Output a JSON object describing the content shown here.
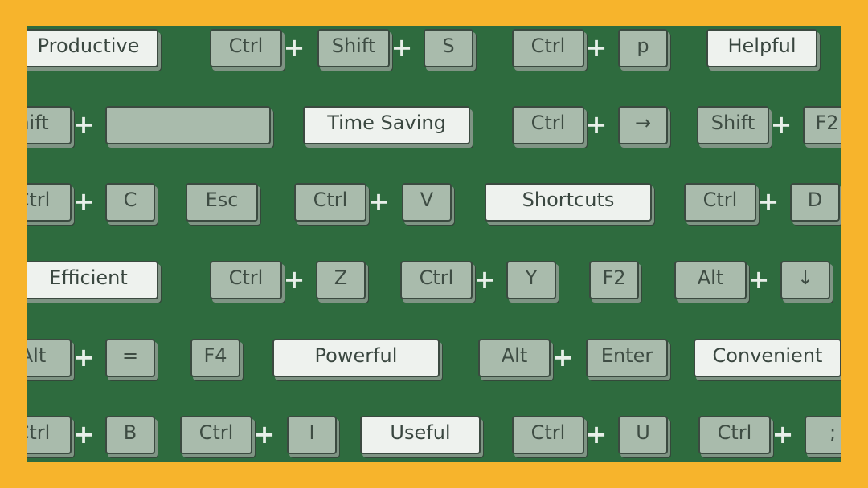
{
  "rows": [
    [
      {
        "t": "key",
        "label": "Productive",
        "light": true
      },
      {
        "t": "key",
        "label": "Ctrl"
      },
      {
        "t": "plus",
        "label": "+"
      },
      {
        "t": "key",
        "label": "Shift"
      },
      {
        "t": "plus",
        "label": "+"
      },
      {
        "t": "key",
        "label": "S"
      },
      {
        "t": "key",
        "label": "Ctrl"
      },
      {
        "t": "plus",
        "label": "+"
      },
      {
        "t": "key",
        "label": "p"
      },
      {
        "t": "key",
        "label": "Helpful",
        "light": true
      }
    ],
    [
      {
        "t": "key",
        "label": "hift"
      },
      {
        "t": "plus",
        "label": "+"
      },
      {
        "t": "key",
        "label": ""
      },
      {
        "t": "key",
        "label": "Time Saving",
        "light": true
      },
      {
        "t": "key",
        "label": "Ctrl"
      },
      {
        "t": "plus",
        "label": "+"
      },
      {
        "t": "key",
        "label": "→"
      },
      {
        "t": "key",
        "label": "Shift"
      },
      {
        "t": "plus",
        "label": "+"
      },
      {
        "t": "key",
        "label": "F2"
      }
    ],
    [
      {
        "t": "key",
        "label": "Ctrl"
      },
      {
        "t": "plus",
        "label": "+"
      },
      {
        "t": "key",
        "label": "C"
      },
      {
        "t": "key",
        "label": "Esc"
      },
      {
        "t": "key",
        "label": "Ctrl"
      },
      {
        "t": "plus",
        "label": "+"
      },
      {
        "t": "key",
        "label": "V"
      },
      {
        "t": "key",
        "label": "Shortcuts",
        "light": true
      },
      {
        "t": "key",
        "label": "Ctrl"
      },
      {
        "t": "plus",
        "label": "+"
      },
      {
        "t": "key",
        "label": "D"
      }
    ],
    [
      {
        "t": "key",
        "label": "Efficient",
        "light": true
      },
      {
        "t": "key",
        "label": "Ctrl"
      },
      {
        "t": "plus",
        "label": "+"
      },
      {
        "t": "key",
        "label": "Z"
      },
      {
        "t": "key",
        "label": "Ctrl"
      },
      {
        "t": "plus",
        "label": "+"
      },
      {
        "t": "key",
        "label": "Y"
      },
      {
        "t": "key",
        "label": "F2"
      },
      {
        "t": "key",
        "label": "Alt"
      },
      {
        "t": "plus",
        "label": "+"
      },
      {
        "t": "key",
        "label": "↓"
      }
    ],
    [
      {
        "t": "key",
        "label": "Alt"
      },
      {
        "t": "plus",
        "label": "+"
      },
      {
        "t": "key",
        "label": "="
      },
      {
        "t": "key",
        "label": "F4"
      },
      {
        "t": "key",
        "label": "Powerful",
        "light": true
      },
      {
        "t": "key",
        "label": "Alt"
      },
      {
        "t": "plus",
        "label": "+"
      },
      {
        "t": "key",
        "label": "Enter"
      },
      {
        "t": "key",
        "label": "Convenient",
        "light": true
      }
    ],
    [
      {
        "t": "key",
        "label": "Ctrl"
      },
      {
        "t": "plus",
        "label": "+"
      },
      {
        "t": "key",
        "label": "B"
      },
      {
        "t": "key",
        "label": "Ctrl"
      },
      {
        "t": "plus",
        "label": "+"
      },
      {
        "t": "key",
        "label": "I"
      },
      {
        "t": "key",
        "label": "Useful",
        "light": true
      },
      {
        "t": "key",
        "label": "Ctrl"
      },
      {
        "t": "plus",
        "label": "+"
      },
      {
        "t": "key",
        "label": "U"
      },
      {
        "t": "key",
        "label": "Ctrl"
      },
      {
        "t": "plus",
        "label": "+"
      },
      {
        "t": "key",
        "label": ";"
      }
    ]
  ],
  "colors": {
    "border": "#F7B42C",
    "board": "#2E6B3E",
    "key": "#ABBDAE",
    "key_light": "#EEF2EE",
    "text": "#3E4C43"
  }
}
